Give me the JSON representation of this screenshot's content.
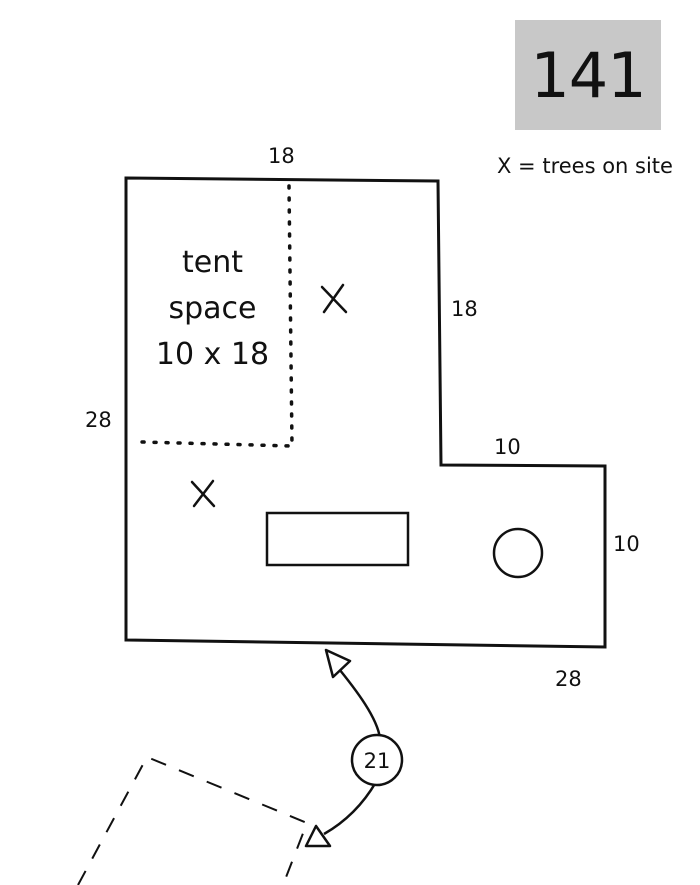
{
  "site_number": "141",
  "legend": "X = trees on site",
  "tent_space": {
    "line1": "tent",
    "line2": "space",
    "line3": "10 x 18"
  },
  "dimensions": {
    "top": "18",
    "left": "28",
    "right_upper": "18",
    "step": "10",
    "right_lower": "10",
    "bottom": "28"
  },
  "neighbor_site_number": "21",
  "colors": {
    "ink": "#111111",
    "number_box": "#c8c8c8",
    "background": "#ffffff"
  },
  "icons": {
    "tree": "x-mark",
    "fire_ring": "circle",
    "picnic_table": "rectangle",
    "entrance": "triangle-arrow"
  }
}
